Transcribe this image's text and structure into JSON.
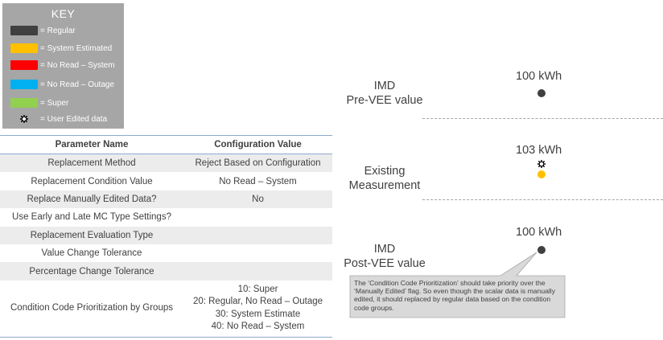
{
  "key": {
    "title": "KEY",
    "items": [
      {
        "label": "= Regular",
        "color": "#404040",
        "icon": "swatch"
      },
      {
        "label": "= System Estimated",
        "color": "#ffc000",
        "icon": "swatch"
      },
      {
        "label": "= No Read – System",
        "color": "#ff0000",
        "icon": "swatch"
      },
      {
        "label": "= No Read – Outage",
        "color": "#00b0f0",
        "icon": "swatch"
      },
      {
        "label": "= Super",
        "color": "#92d050",
        "icon": "swatch"
      },
      {
        "label": "= User Edited data",
        "icon": "gear-icon"
      }
    ]
  },
  "table": {
    "headers": [
      "Parameter Name",
      "Configuration Value"
    ],
    "rows": [
      {
        "name": "Replacement Method",
        "value": "Reject Based on Configuration"
      },
      {
        "name": "Replacement Condition Value",
        "value": "No Read – System"
      },
      {
        "name": "Replace Manually Edited Data?",
        "value": "No"
      },
      {
        "name": "Use Early and Late MC Type Settings?",
        "value": ""
      },
      {
        "name": "Replacement Evaluation Type",
        "value": ""
      },
      {
        "name": "Value Change Tolerance",
        "value": ""
      },
      {
        "name": "Percentage Change Tolerance",
        "value": ""
      }
    ],
    "last_row": {
      "name": "Condition Code Prioritization by Groups",
      "values": [
        "10: Super",
        "20: Regular, No Read – Outage",
        "30: System Estimate",
        "40: No Read – System"
      ]
    }
  },
  "diagram": {
    "pre": {
      "line1": "IMD",
      "line2": "Pre-VEE value",
      "value": "100 kWh",
      "color": "#404040"
    },
    "existing": {
      "line1": "Existing",
      "line2": "Measurement",
      "value": "103 kWh",
      "color": "#ffc000",
      "icon": "gear-icon"
    },
    "post": {
      "line1": "IMD",
      "line2": "Post-VEE value",
      "value": "100 kWh",
      "color": "#404040"
    },
    "callout": "The ‘Condition Code Prioritization’ should take priority over the ‘Manually Edited’ flag.  So even though the scalar data is manually edited, it should replaced by regular data based on the condition code groups."
  }
}
